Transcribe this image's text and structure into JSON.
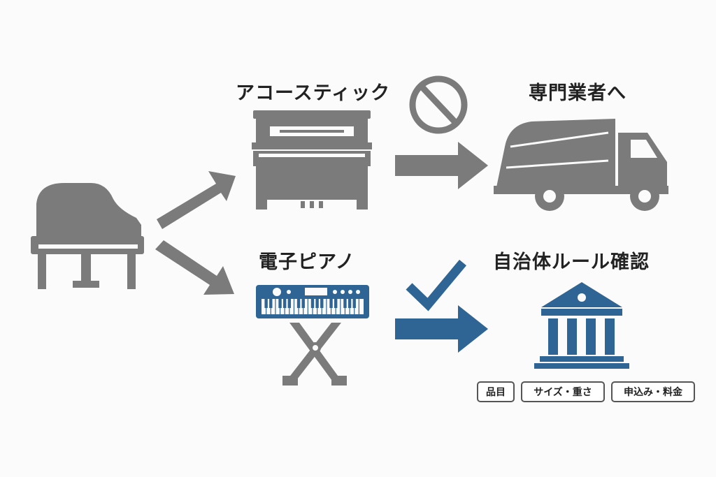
{
  "labels": {
    "acoustic": "アコースティック",
    "specialist": "専門業者へ",
    "digital_piano": "電子ピアノ",
    "municipal_rules": "自治体ルール確認"
  },
  "tags": [
    "品目",
    "サイズ・重さ",
    "申込み・料金"
  ],
  "colors": {
    "gray": "#7b7b7b",
    "blue": "#2f6594",
    "background": "#fbfbfb"
  },
  "icons": {
    "grand_piano": "grand-piano-icon",
    "upright_piano": "upright-piano-icon",
    "keyboard": "keyboard-on-stand-icon",
    "prohibited": "prohibited-icon",
    "check": "checkmark-icon",
    "truck": "garbage-truck-icon",
    "government": "government-building-icon"
  }
}
